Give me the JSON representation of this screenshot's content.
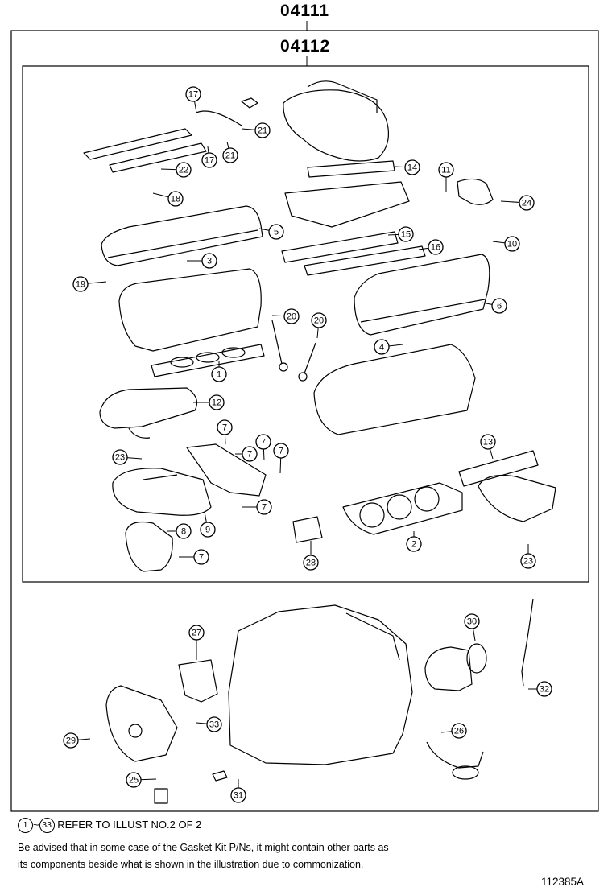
{
  "kit_outer": {
    "label": "04111"
  },
  "kit_inner": {
    "label": "04112"
  },
  "callouts": [
    "17",
    "21",
    "17",
    "21",
    "22",
    "18",
    "14",
    "11",
    "24",
    "5",
    "3",
    "15",
    "16",
    "10",
    "19",
    "20",
    "20",
    "6",
    "4",
    "1",
    "12",
    "7",
    "7",
    "7",
    "7",
    "23",
    "13",
    "7",
    "8",
    "9",
    "7",
    "28",
    "2",
    "23",
    "27",
    "30",
    "32",
    "26",
    "33",
    "29",
    "25",
    "31"
  ],
  "note": {
    "range_start": "1",
    "range_end": "33",
    "tilde": "~",
    "text": "REFER TO ILLUST NO.2 OF 2",
    "advice_line_1": "Be advised that in some case of the Gasket Kit P/Ns,  it might contain other parts as",
    "advice_line_2": "its components beside what is shown in the illustration due to commonization."
  },
  "illustration_number": "112385A"
}
